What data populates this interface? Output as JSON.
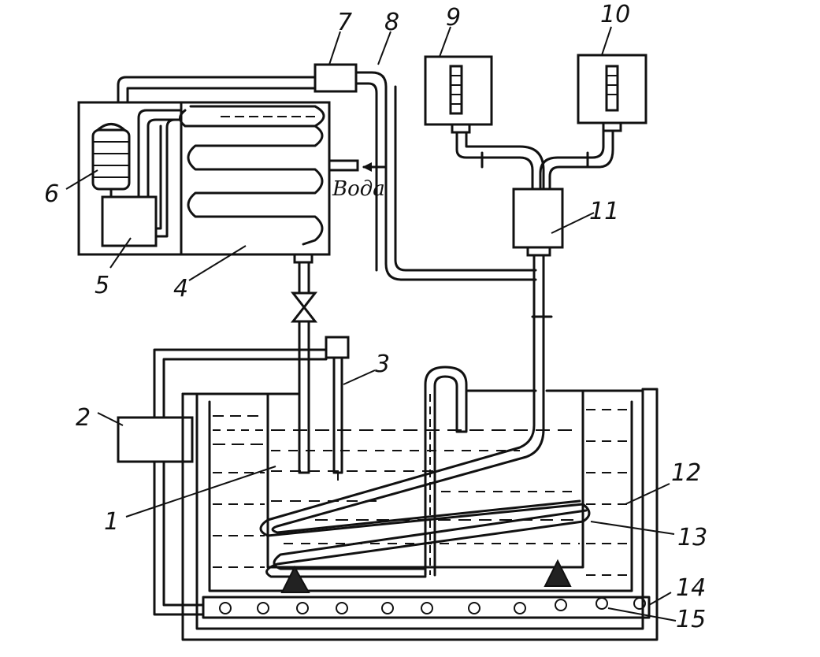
{
  "labels": {
    "l1": "1",
    "l2": "2",
    "l3": "3",
    "l4": "4",
    "l5": "5",
    "l6": "6",
    "l7": "7",
    "l8": "8",
    "l9": "9",
    "l10": "10",
    "l11": "11",
    "l12": "12",
    "l13": "13",
    "l14": "14",
    "l15": "15",
    "water": "Вода"
  }
}
